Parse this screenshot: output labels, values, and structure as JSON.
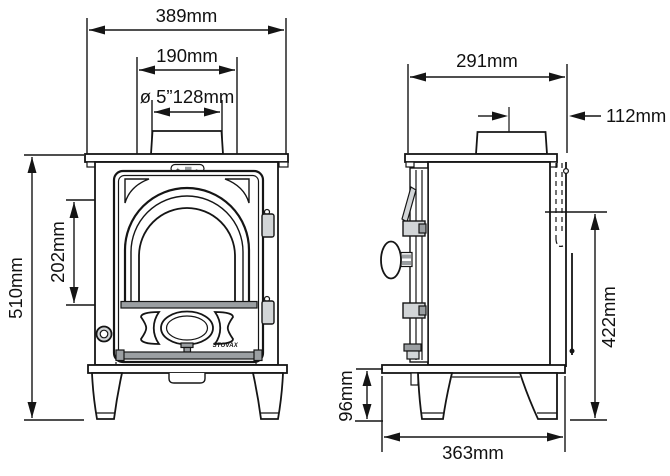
{
  "colors": {
    "line": "#151515",
    "metal_gray": "#9b9fa2",
    "hinge_gray": "#d2d5d7",
    "background": "#ffffff"
  },
  "front": {
    "dimensions": {
      "overall_width": "389mm",
      "inner_width": "190mm",
      "flue_diameter": "ø 5”128mm",
      "glass_height": "202mm",
      "overall_height": "510mm"
    },
    "brand": "STOVAX",
    "air_control": {
      "plus": "+",
      "minus": "-"
    }
  },
  "side": {
    "dimensions": {
      "top_depth": "291mm",
      "flue_centre_to_rear": "112mm",
      "rear_flue_height": "422mm",
      "leg_height": "96mm",
      "base_depth": "363mm"
    }
  }
}
